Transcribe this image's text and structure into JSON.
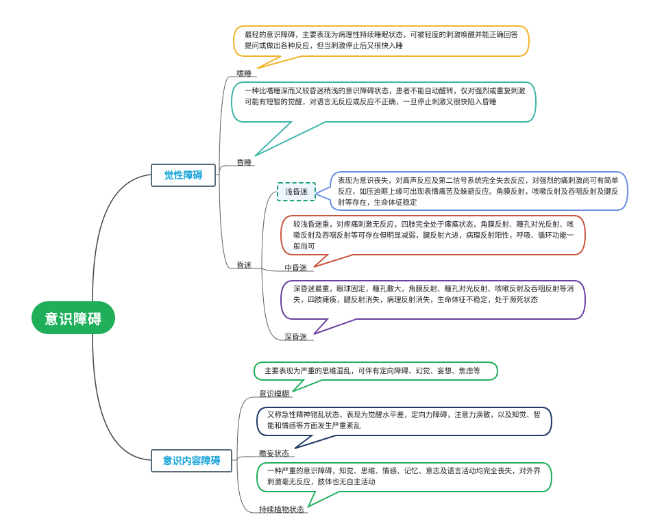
{
  "root": {
    "label": "意识障碍"
  },
  "branches": [
    {
      "label": "觉性障碍",
      "children": [
        {
          "label": "嗜睡",
          "note": "最轻的意识障碍，主要表现为病理性持续睡眠状态，可被轻度的刺激唤醒并能正确回答提问或做出各种反应，但当刺激停止后又很快入睡"
        },
        {
          "label": "昏睡",
          "note": "一种比嗜睡深而又较昏迷稍浅的意识障碍状态，患者不能自动醒转，仅对强烈或重复刺激可能有短暂的觉醒，对语言无反应或反应不正确，一旦停止刺激又很快陷入昏睡"
        },
        {
          "label": "昏迷",
          "children": [
            {
              "label": "浅昏迷",
              "note": "表现为意识丧失，对高声反应及第二信号系统完全失去反应，对强烈的痛刺激尚可有简单反应，如压迫眶上缘可出现表情痛苦及躲避反应。角膜反射，咳嗽反射及吞咽反射及腱反射等存在，生命体征稳定"
            },
            {
              "label": "中昏迷",
              "note": "较浅昏迷重，对疼痛刺激无反应，四肢完全处于瘫痪状态，角膜反射、瞳孔对光反射、咳嗽反射及吞咽反射等可存在但明显减弱，腱反射亢进，病理反射阳性，呼吸、循环功能一般尚可"
            },
            {
              "label": "深昏迷",
              "note": "深昏迷最重，眼球固定，瞳孔散大，角膜反射、瞳孔对光反射、咳嗽反射及吞咽反射等消失，四肢瘫痪，腱反射消失，病理反射消失，生命体征不稳定，处于濒死状态"
            }
          ]
        }
      ]
    },
    {
      "label": "意识内容障碍",
      "children": [
        {
          "label": "意识模糊",
          "note": "主要表现为严重的思维混乱，可伴有定向障碍、幻觉、妄想、焦虑等"
        },
        {
          "label": "瞻妄状态",
          "note": "又称急性精神错乱状态，表现为觉醒水平差，定向力障碍，注意力涣散，以及知觉、智能和情感等方面发生严重紊乱"
        },
        {
          "label": "持续植物状态",
          "note": "一种严重的意识障碍，知觉、思维、情感、记忆、意志及语言活动均完全丧失，对外界刺激毫无反应，肢体也无自主活动"
        }
      ]
    }
  ],
  "colors": {
    "root": "#1fae5a",
    "branch_text": "#16a3d8",
    "line": "#555555",
    "嗜睡": "#f0b429",
    "昏睡": "#3fb6a8",
    "浅昏迷": "#6b8de3",
    "中昏迷": "#c8553d",
    "深昏迷": "#6b3fa0",
    "意识模糊": "#1fae5a",
    "瞻妄状态": "#1f3a68",
    "持续植物状态": "#1fae5a"
  }
}
